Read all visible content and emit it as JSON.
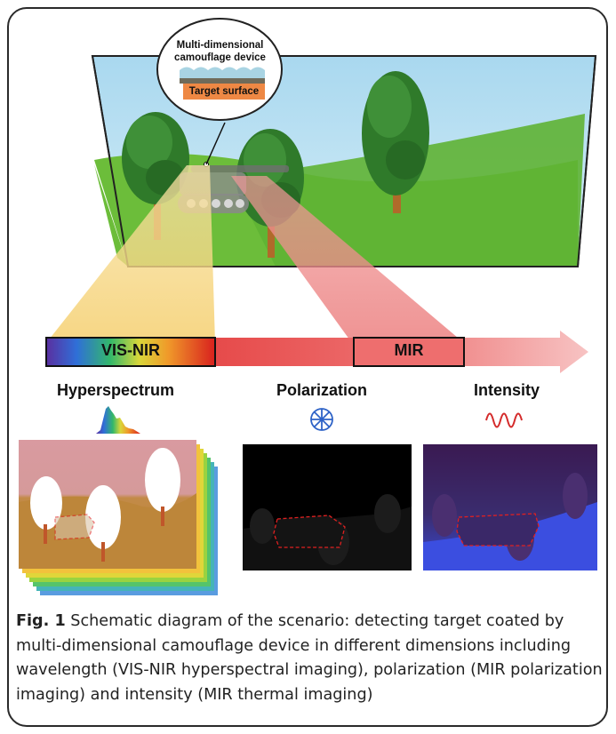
{
  "figure": {
    "bubble": {
      "device_label_line1": "Multi-dimensional",
      "device_label_line2": "camouflage device",
      "target_label": "Target surface"
    },
    "band_bar": {
      "visnir_label": "VIS-NIR",
      "mir_label": "MIR"
    },
    "panels": {
      "hyperspectrum_title": "Hyperspectrum",
      "polarization_title": "Polarization",
      "intensity_title": "Intensity"
    },
    "icons": {
      "hyperspectrum": "spectrum-curve-icon",
      "polarization": "polarization-icon",
      "intensity": "sine-wave-icon"
    },
    "colors": {
      "sky": "#b8dff0",
      "grass": "#6cbd3a",
      "visnir_beam": "#f6d27a",
      "mir_beam": "#ee8d8d",
      "arrow": "#e03a3a",
      "camouflage_outline": "#e02020"
    }
  },
  "caption": {
    "label": "Fig. 1",
    "text": " Schematic diagram of the scenario: detecting target coated by multi-dimensional camouflage device in different dimensions including wavelength (VIS-NIR hyperspectral imaging), polarization (MIR polarization imaging) and intensity (MIR thermal imaging)"
  }
}
